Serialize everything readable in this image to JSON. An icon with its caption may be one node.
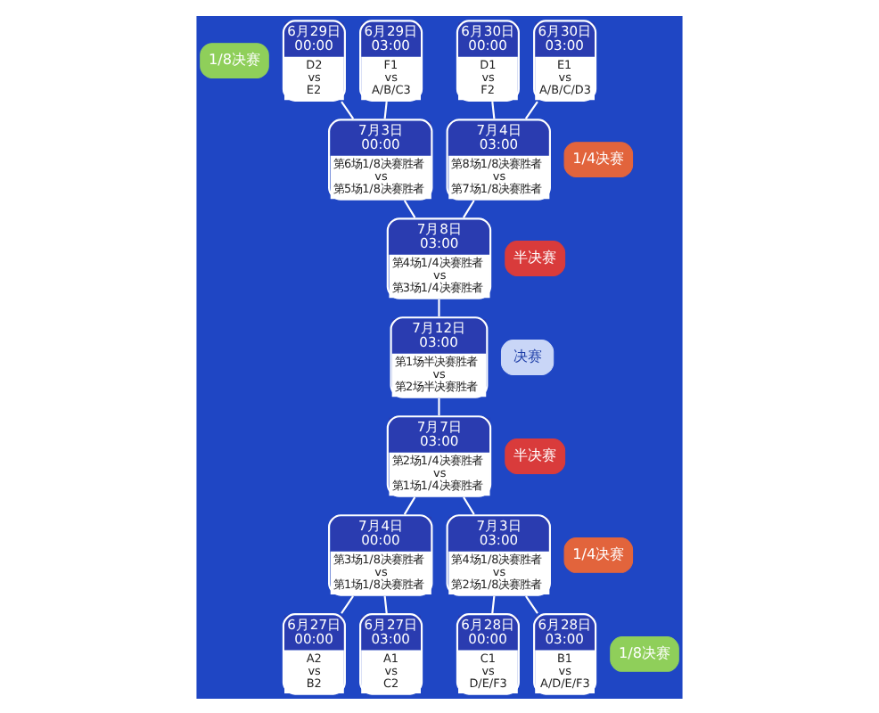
{
  "diagram": {
    "nodes": [
      {
        "text": [
          "1/8决赛"
        ]
      },
      {
        "text": [
          "1/8决赛"
        ]
      },
      {
        "text": [
          "决赛"
        ]
      },
      {
        "text": [
          "6月29日 00:00",
          "D2 vs E2"
        ]
      },
      {
        "text": [
          "7月12日 03:00",
          "第1场半决赛胜者 vs 第2场半决赛胜者"
        ]
      },
      {
        "text": [
          "6月27日 00:00",
          "A2 vs B2"
        ]
      },
      {
        "text": [
          "1/4决赛"
        ]
      },
      {
        "text": [
          "1/4决赛"
        ]
      },
      {
        "text": [
          "7月3日 00:00",
          "第6场1/8决赛胜者 vs 第5场1/8决赛胜者"
        ]
      },
      {
        "text": [
          "7月4日 00:00",
          "第3场1/8决赛胜者 vs 第1场1/8决赛胜者"
        ]
      },
      {
        "text": [
          "6月29日 03:00",
          "F1 vs A/B/C3"
        ]
      },
      {
        "text": [
          "6月27日 03:00",
          "A1 vs C2"
        ]
      },
      {
        "text": [
          "半决赛"
        ]
      },
      {
        "text": [
          "半决赛"
        ]
      },
      {
        "text": [
          "7月8日 03:00",
          "第4场1/4决赛胜者 vs 第3场1/4决赛胜者"
        ]
      },
      {
        "text": [
          "7月7日 03:00",
          "第2场1/4决赛胜者 vs 第1场1/4决赛胜者"
        ]
      },
      {
        "text": [
          "6月30日 00:00",
          "D1 vs F2"
        ]
      },
      {
        "text": [
          "6月28日 00:00",
          "C1 vs D/E/F3"
        ]
      },
      {
        "text": [
          "7月4日 03:00",
          "第8场1/8决赛胜者 vs 第7场1/8决赛胜者"
        ]
      },
      {
        "text": [
          "7月3日 03:00",
          "第4场1/8决赛胜者 vs 第2场1/8决赛胜者"
        ]
      },
      {
        "text": [
          "6月30日 03:00",
          "E1 vs A/B/C/D3"
        ]
      },
      {
        "text": [
          "6月28日 03:00",
          "B1 vs A/D/E/F3"
        ]
      }
    ],
    "edges": [
      {
        "from": 3,
        "to": 8,
        "arrow": "none"
      },
      {
        "from": 10,
        "to": 8,
        "arrow": "none"
      },
      {
        "from": 16,
        "to": 18,
        "arrow": "none"
      },
      {
        "from": 20,
        "to": 18,
        "arrow": "none"
      },
      {
        "from": 8,
        "to": 14,
        "arrow": "none"
      },
      {
        "from": 18,
        "to": 14,
        "arrow": "none"
      },
      {
        "from": 14,
        "to": 4,
        "arrow": "none"
      },
      {
        "from": 4,
        "to": 15,
        "arrow": "none"
      },
      {
        "from": 15,
        "to": 9,
        "arrow": "none"
      },
      {
        "from": 15,
        "to": 19,
        "arrow": "none"
      },
      {
        "from": 9,
        "to": 5,
        "arrow": "none"
      },
      {
        "from": 9,
        "to": 11,
        "arrow": "none"
      },
      {
        "from": 19,
        "to": 17,
        "arrow": "none"
      },
      {
        "from": 19,
        "to": 21,
        "arrow": "none"
      }
    ]
  }
}
